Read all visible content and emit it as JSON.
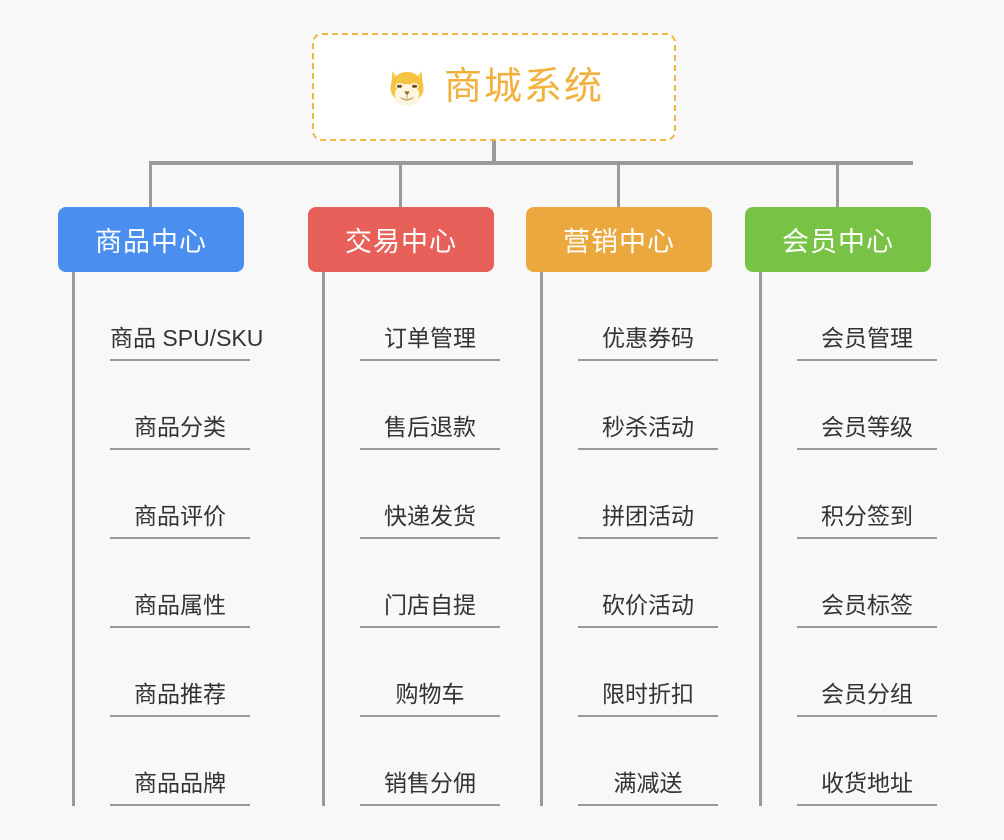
{
  "root": {
    "title": "商城系统",
    "icon": "shiba-dog-face-icon",
    "border_color": "#f0b843",
    "text_color": "#f2b03c",
    "background": "#ffffff"
  },
  "page": {
    "background": "#f8f8f8",
    "line_color": "#9a9a9a"
  },
  "columns": [
    {
      "title": "商品中心",
      "color": "#4a8ef0",
      "items": [
        {
          "label": "商品 SPU/SKU"
        },
        {
          "label": "商品分类"
        },
        {
          "label": "商品评价"
        },
        {
          "label": "商品属性"
        },
        {
          "label": "商品推荐"
        },
        {
          "label": "商品品牌"
        }
      ]
    },
    {
      "title": "交易中心",
      "color": "#e8605a",
      "items": [
        {
          "label": "订单管理"
        },
        {
          "label": "售后退款"
        },
        {
          "label": "快递发货"
        },
        {
          "label": "门店自提"
        },
        {
          "label": "购物车"
        },
        {
          "label": "销售分佣"
        }
      ]
    },
    {
      "title": "营销中心",
      "color": "#eaa83e",
      "items": [
        {
          "label": "优惠券码"
        },
        {
          "label": "秒杀活动"
        },
        {
          "label": "拼团活动"
        },
        {
          "label": "砍价活动"
        },
        {
          "label": "限时折扣"
        },
        {
          "label": "满减送"
        }
      ]
    },
    {
      "title": "会员中心",
      "color": "#78c246",
      "items": [
        {
          "label": "会员管理"
        },
        {
          "label": "会员等级"
        },
        {
          "label": "积分签到"
        },
        {
          "label": "会员标签"
        },
        {
          "label": "会员分组"
        },
        {
          "label": "收货地址"
        }
      ]
    }
  ]
}
